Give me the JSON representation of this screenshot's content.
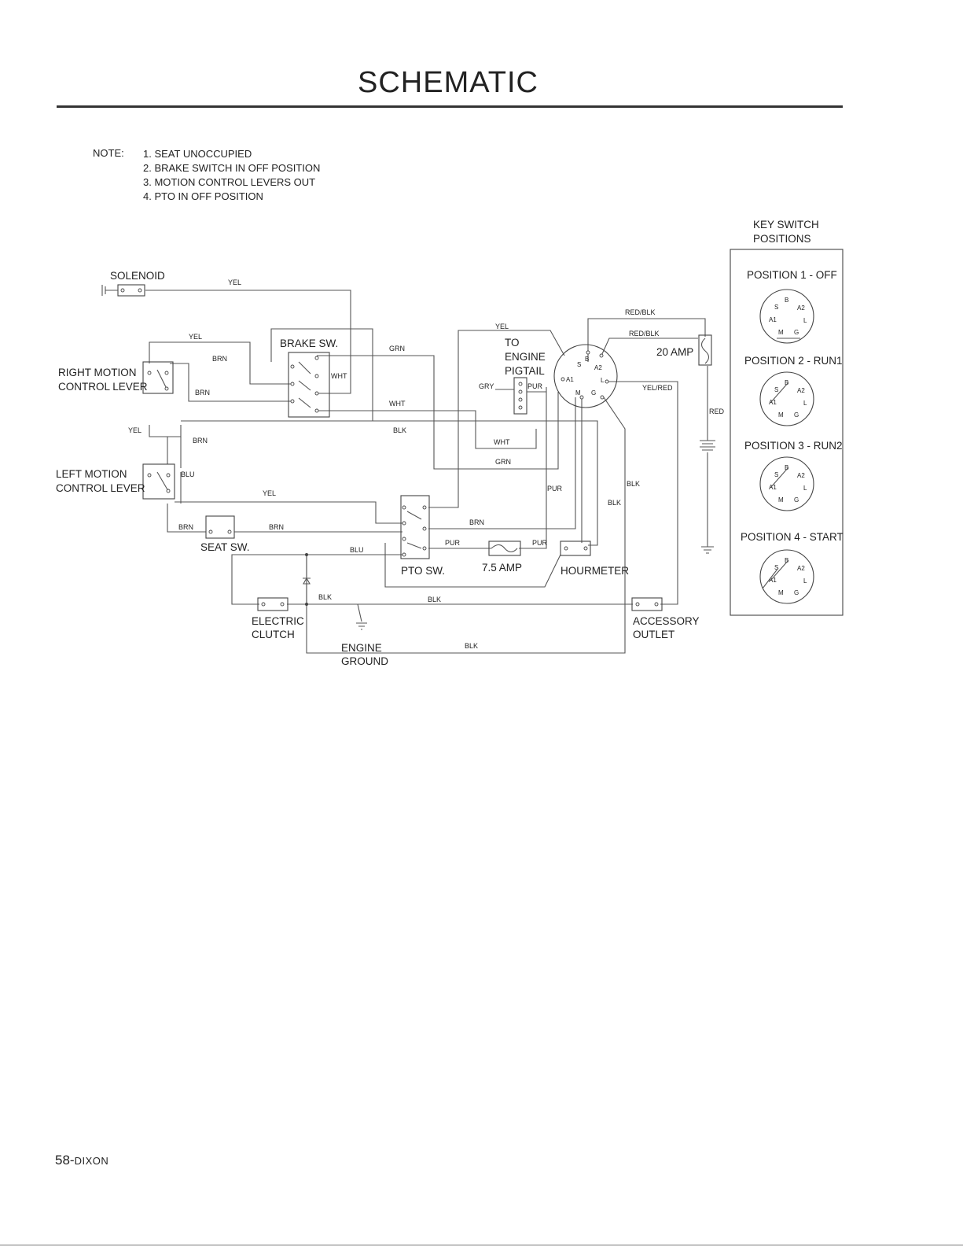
{
  "title": "SCHEMATIC",
  "note": {
    "label": "NOTE:",
    "items": [
      "1. SEAT UNOCCUPIED",
      "2. BRAKE SWITCH IN OFF POSITION",
      "3. MOTION CONTROL LEVERS OUT",
      "4. PTO IN OFF POSITION"
    ]
  },
  "components": {
    "solenoid": "SOLENOID",
    "right_lever": [
      "RIGHT MOTION",
      "CONTROL LEVER"
    ],
    "left_lever": [
      "LEFT MOTION",
      "CONTROL LEVER"
    ],
    "brake_sw": "BRAKE SW.",
    "seat_sw": "SEAT SW.",
    "pto_sw": "PTO SW.",
    "fuse_small": "7.5 AMP",
    "fuse_large": "20 AMP",
    "hourmeter": "HOURMETER",
    "pigtail": [
      "TO",
      "ENGINE",
      "PIGTAIL"
    ],
    "electric_clutch": [
      "ELECTRIC",
      "CLUTCH"
    ],
    "engine_ground": [
      "ENGINE",
      "GROUND"
    ],
    "accessory_outlet": [
      "ACCESSORY",
      "OUTLET"
    ]
  },
  "wires": {
    "yel": "YEL",
    "brn": "BRN",
    "grn": "GRN",
    "wht": "WHT",
    "blk": "BLK",
    "blu": "BLU",
    "pur": "PUR",
    "gry": "GRY",
    "red": "RED",
    "red_blk": "RED/BLK",
    "yel_red": "YEL/RED"
  },
  "terminals": {
    "s": "S",
    "b": "B",
    "a1": "A1",
    "a2": "A2",
    "l": "L",
    "m": "M",
    "g": "G"
  },
  "key_switch": {
    "heading": [
      "KEY SWITCH",
      "POSITIONS"
    ],
    "positions": [
      "POSITION 1 - OFF",
      "POSITION 2 - RUN1",
      "POSITION 3 - RUN2",
      "POSITION 4 - START"
    ]
  },
  "footer": {
    "page": "58-",
    "brand": "DIXON"
  }
}
